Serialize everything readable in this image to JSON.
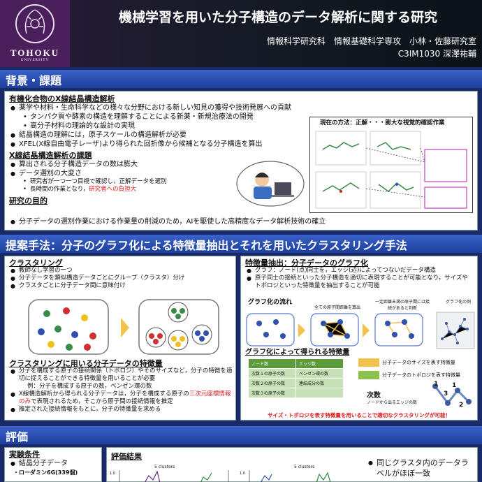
{
  "header": {
    "logo_top": "TOHOKU",
    "logo_bottom": "UNIVERSITY",
    "title": "機械学習を用いた分子構造のデータ解析に関する研究",
    "affiliation": "情報科学研究科　情報基礎科学専攻　小林・佐藤研究室",
    "author": "C3IM1030 深澤祐輔"
  },
  "sec1": {
    "title": "背景・課題",
    "h1": "有機化合物のX線結晶構造解析",
    "b1": "薬学や材料・生命科学などの様々な分野における新しい知見の獲得や技術発展への貢献",
    "b1a": "タンパク質や酵素の構造を理解することによる新薬・新規治療法の開発",
    "b1b": "高分子材料の理論的な設計の実現",
    "b2": "結晶構造の理解には，原子スケールの構造解析が必要",
    "b3": "XFEL(X線自由電子レーザ)より得られた回折像から候補となる分子構造を算出",
    "h2": "X線結晶構造解析の課題",
    "c1": "算出される分子構造データの数は膨大",
    "c2": "データ選別の大変さ",
    "c2a": "研究者が一つ一つ目視で確認し，正解データを選別",
    "c2b_pre": "長時間の作業となり，",
    "c2b_red": "研究者への負担大",
    "current_method": "現在の方法：正解・・・膨大な視覚的確認作業",
    "h3": "研究の目的",
    "p1": "分子データの選別作業における作業量の削減のため，AIを駆使した高精度なデータ解析技術の確立"
  },
  "sec2": {
    "title": "提案手法：分子のグラフ化による特徴量抽出とそれを用いたクラスタリング手法",
    "h_cl": "クラスタリング",
    "cl1": "教師なし学習の一つ",
    "cl2": "分子データを類似構造データごとにグループ（クラスタ）分け",
    "cl3": "クラスタごとに分子データ間に意味付け",
    "h_feat": "クラスタリングに用いる分子データの特徴量",
    "f1": "分子を構成する原子の接続関係（トポロジ）やそのサイズなど，分子の特徴を適切に捉えることができる特徴量を用いることが必要",
    "f1a": "例：分子を構成する原子の数，ベンゼン環の数",
    "f2_pre": "X線構造解析から得られる分子データは，分子を構成する原子の",
    "f2_red": "三次元座標情報のみ",
    "f2_post": "で表現されるため，そこから原子間の接続情報を推定",
    "f3": "推定された接続情報をもとに，分子の特徴量を求める",
    "h_graph": "特徴量抽出：分子データのグラフ化",
    "g1": "グラフ：ノード(点)同士を，エッジ(辺)によってつないだデータ構造",
    "g2": "原子同士の接続といった分子構造を適切に表現することが可能となり，サイズやトポロジといった特徴量を抽出することが可能",
    "flow_title": "グラフ化の流れ",
    "flow_s2": "全ての原子間距離を算出",
    "flow_s3": "一定距離未満の原子間には接続があると判断",
    "flow_s4": "グラフ化の例",
    "h_obtained": "グラフ化によって得られる特徴量",
    "table": [
      [
        "ノード数",
        "エッジ数"
      ],
      [
        "次数１の原子の数",
        "ベンゼン環の数"
      ],
      [
        "次数２の原子の数",
        "連結成分の数"
      ],
      [
        "次数３の原子の数",
        ""
      ]
    ],
    "legend_size": "分子データのサイズを表す特徴量",
    "legend_topo": "分子データのトポロジを表す特徴量",
    "degree_title": "次数",
    "degree_sub": "ノードから出るエッジの数",
    "deg_labels": [
      "1",
      "3",
      "1",
      "2"
    ],
    "conclusion": "サイズ・トポロジを表す特徴量を用いることで適切なクラスタリングが可能！"
  },
  "sec3": {
    "title": "評価",
    "h_cond": "実験条件",
    "cond1": "結晶分子データ",
    "cond1a": "・ローダミン6G(339個)",
    "h_result": "評価結果",
    "plot1_title": "5 clusters",
    "plot2_title": "5 clusters",
    "plot1_ytick": "1.0",
    "plot2_ytick": "1.0",
    "r1": "同じクラスタ内のデータラベルがほぼ一致"
  },
  "colors": {
    "bar_top": "#3a62c9",
    "bar_bottom": "#1d3f9e",
    "highlight_yellow": "#f2c24a",
    "highlight_green": "#8bc34a",
    "red": "#d81a1a"
  }
}
